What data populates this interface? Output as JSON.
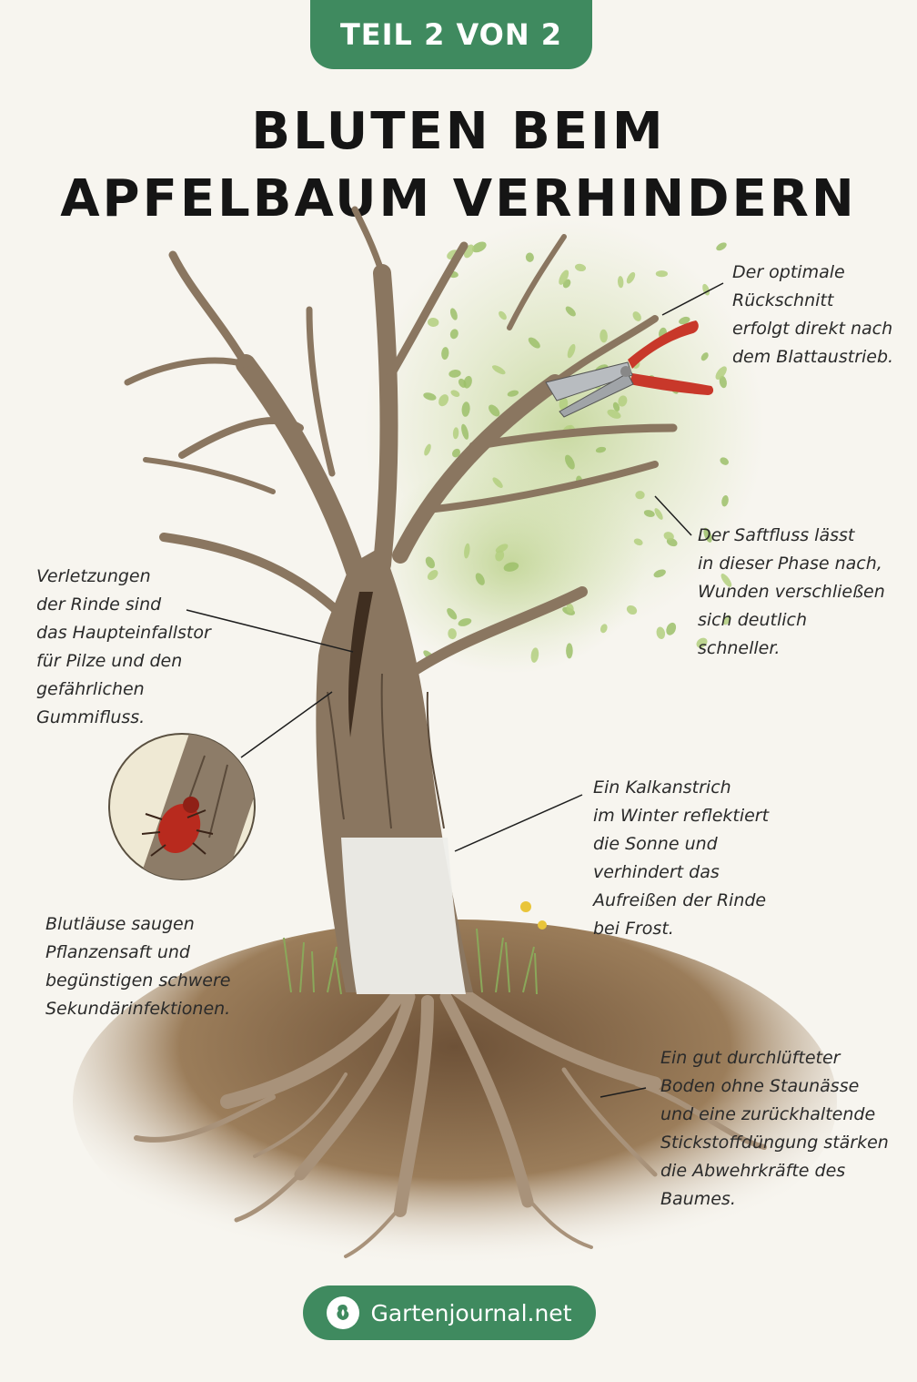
{
  "header": {
    "badge": "TEIL 2 VON 2"
  },
  "title": {
    "line1": "BLUTEN BEIM",
    "line2": "APFELBAUM VERHINDERN"
  },
  "annotations": {
    "pruning": [
      "Der optimale",
      "Rückschnitt",
      "erfolgt direkt nach",
      "dem Blattaustrieb."
    ],
    "sap": [
      "Der Saftfluss lässt",
      "in dieser Phase nach,",
      "Wunden verschließen",
      "sich deutlich",
      "schneller."
    ],
    "bark": [
      "Verletzungen",
      "der Rinde sind",
      "das Haupteinfallstor",
      "für Pilze und den",
      "gefährlichen",
      "Gummifluss."
    ],
    "lime": [
      "Ein Kalkanstrich",
      "im Winter reflektiert",
      "die Sonne und",
      "verhindert das",
      "Aufreißen der Rinde",
      "bei Frost."
    ],
    "aphids": [
      "Blutläuse saugen",
      "Pflanzensaft und",
      "begünstigen schwere",
      "Sekundärinfektionen."
    ],
    "soil": [
      "Ein gut durchlüfteter",
      "Boden ohne Staunässe",
      "und eine zurückhaltende",
      "Stickstoffdüngung stärken",
      "die Abwehrkräfte des",
      "Baumes."
    ]
  },
  "footer": {
    "brand": "Gartenjournal.net"
  },
  "colors": {
    "accent_green": "#3f8a5f",
    "bark": "#8a7660",
    "bark_dark": "#5a4a3a",
    "lime_coat": "#f2f2f0",
    "leaf": "#9cbf6a",
    "soil": "#8a6a48",
    "pruner_handle": "#c8382a",
    "aphid": "#b82a1e"
  }
}
